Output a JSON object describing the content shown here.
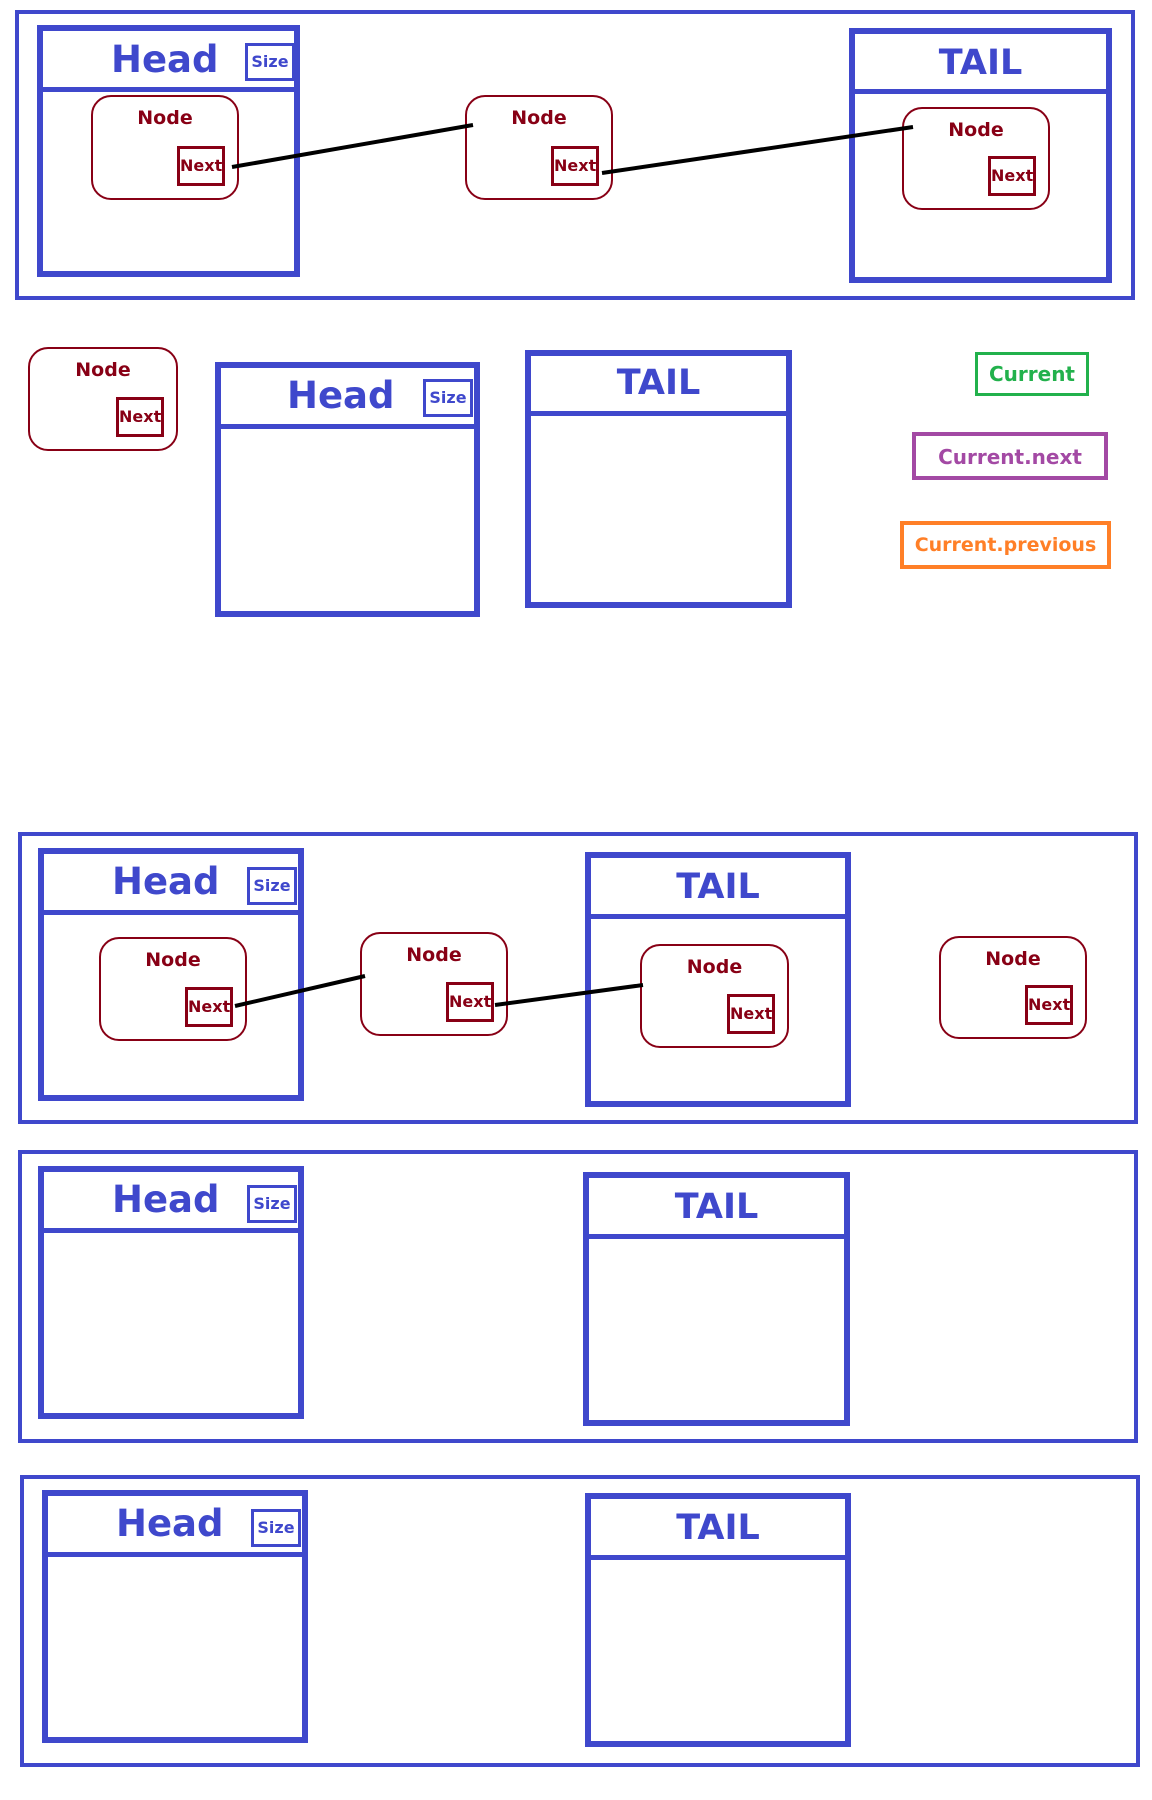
{
  "labels": {
    "head": "Head",
    "size": "Size",
    "tail": "TAIL",
    "node": "Node",
    "next": "Next"
  },
  "legend": {
    "current": "Current",
    "current_next": "Current.next",
    "current_previous": "Current.previous"
  },
  "colors": {
    "list_blue": "#3f48cc",
    "node_red": "#880015",
    "current_green": "#22b14c",
    "current_next_purple": "#a349a4",
    "current_previous_orange": "#ff7f27",
    "pointer_black": "#000000"
  }
}
